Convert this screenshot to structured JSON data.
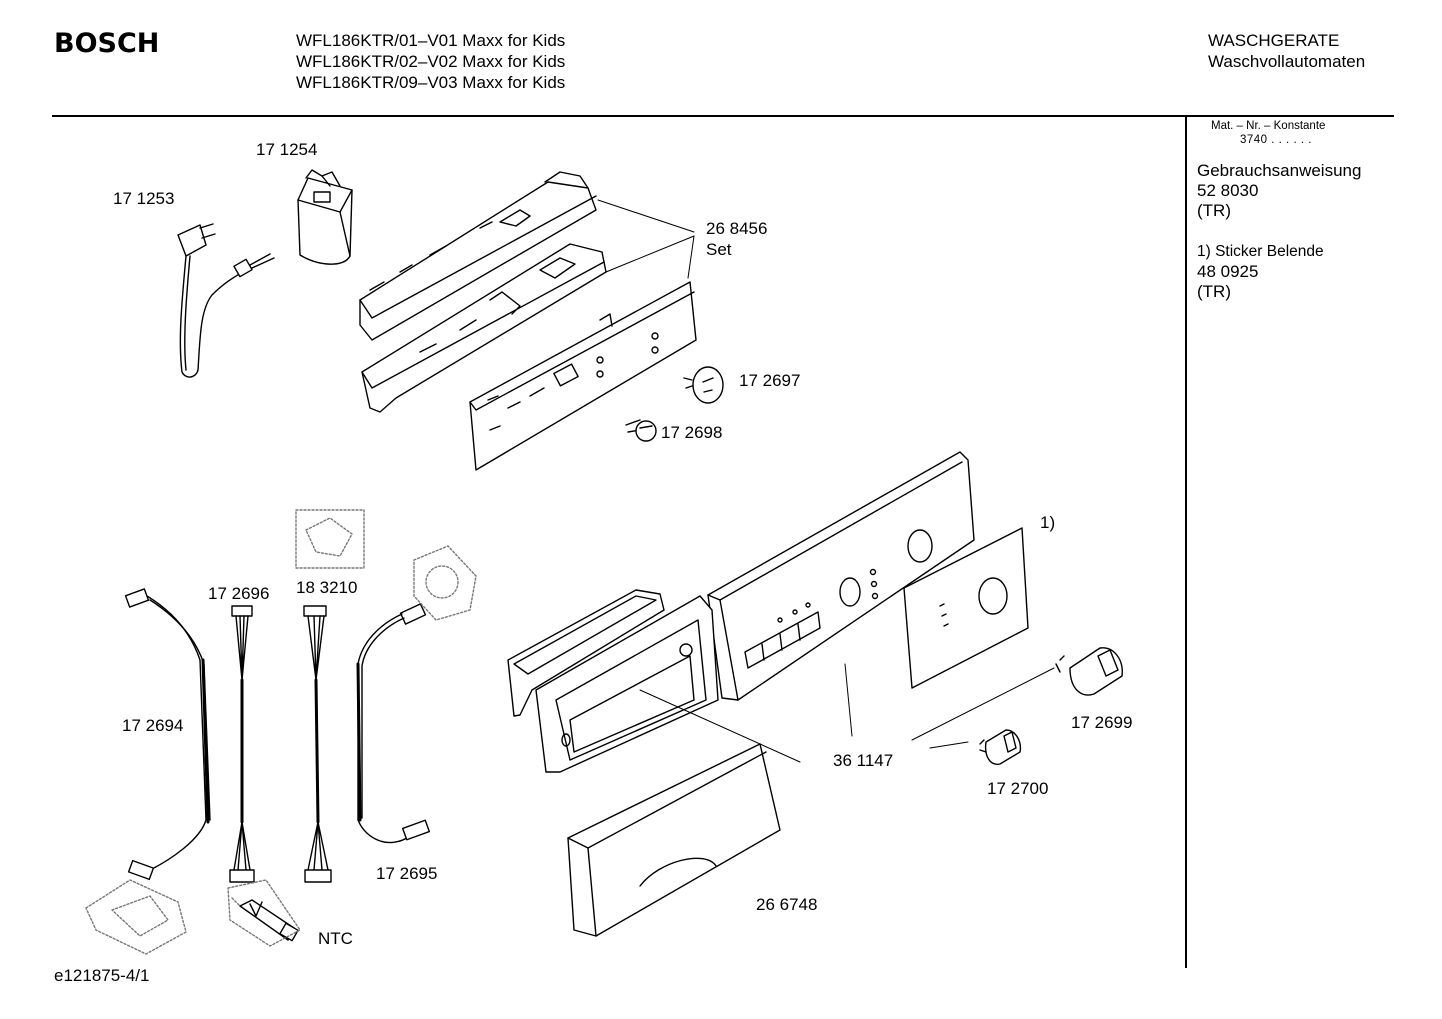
{
  "header": {
    "brand": "BOSCH",
    "models": [
      "WFL186KTR/01–V01 Maxx for Kids",
      "WFL186KTR/02–V02 Maxx for Kids",
      "WFL186KTR/09–V03 Maxx for Kids"
    ],
    "category": "WASCHGERATE",
    "subcategory": "Waschvollautomaten"
  },
  "sidebar": {
    "mat_label": "Mat. – Nr. – Konstante",
    "mat_value": "3740 . .  .  . . .",
    "manual_title": "Gebrauchsanweisung",
    "manual_number": "52 8030",
    "manual_lang": "(TR)",
    "sticker_title": "1) Sticker Belende",
    "sticker_number": "48 0925",
    "sticker_lang": "(TR)"
  },
  "parts": {
    "p171254": "17 1254",
    "p171253": "17 1253",
    "p268456": "26 8456",
    "set": "Set",
    "p172697": "17 2697",
    "p172698": "17 2698",
    "note1": "1)",
    "p172696": "17 2696",
    "p183210": "18 3210",
    "p172694": "17 2694",
    "p172699": "17 2699",
    "p361147": "36 1147",
    "p172700": "17 2700",
    "p172695": "17 2695",
    "p266748": "26 6748",
    "ntc": "NTC"
  },
  "footer": {
    "drawing_id": "e121875-4/1"
  }
}
